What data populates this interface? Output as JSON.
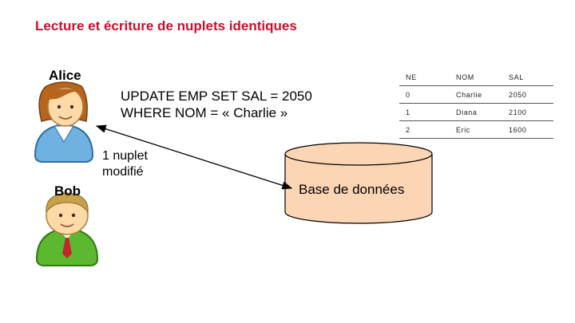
{
  "title": "Lecture et écriture de nuplets identiques",
  "users": {
    "alice": "Alice",
    "bob": "Bob"
  },
  "request": {
    "line1": "UPDATE EMP SET SAL = 2050",
    "line2": "WHERE NOM = « Charlie »"
  },
  "response": {
    "line1": "1 nuplet",
    "line2": "modifié"
  },
  "database": {
    "label": "Base de données"
  },
  "table": {
    "headers": [
      "NE",
      "NOM",
      "SAL"
    ],
    "rows": [
      [
        "0",
        "Charlie",
        "2050"
      ],
      [
        "1",
        "Diana",
        "2100"
      ],
      [
        "2",
        "Eric",
        "1600"
      ]
    ]
  },
  "colors": {
    "title": "#c8102e",
    "db_fill": "#fcd5b4",
    "alice_shirt": "#6fb1e0",
    "bob_shirt": "#5cb82e"
  },
  "icons": [
    "alice-user-icon",
    "bob-user-icon",
    "database-cylinder-icon",
    "double-arrow"
  ]
}
